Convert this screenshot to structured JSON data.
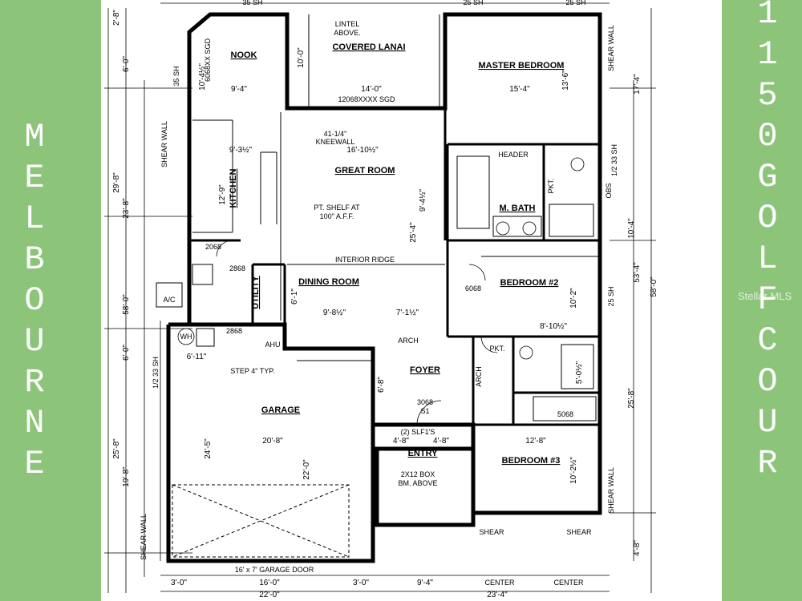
{
  "banner_left": {
    "letters": [
      "M",
      "E",
      "L",
      "B",
      "O",
      "U",
      "R",
      "N",
      "E"
    ]
  },
  "banner_right": {
    "letters": [
      "1",
      "1",
      "5",
      "0",
      "G",
      "O",
      "L",
      "F",
      "C",
      "O",
      "U",
      "R"
    ]
  },
  "watermark": "Stellar MLS",
  "rooms": {
    "nook": "NOOK",
    "covered_lanai": "COVERED LANAI",
    "master_bedroom": "MASTER BEDROOM",
    "kitchen": "KITCHEN",
    "great_room": "GREAT ROOM",
    "m_bath": "M. BATH",
    "dining_room": "DINING ROOM",
    "bedroom2": "BEDROOM #2",
    "utility": "UTILITY",
    "foyer": "FOYER",
    "garage": "GARAGE",
    "entry": "ENTRY",
    "bedroom3": "BEDROOM #3"
  },
  "notes": {
    "lintel": "LINTEL",
    "above": "ABOVE.",
    "sgd_back": "12068XXXX SGD",
    "kneewall_1": "41-1/4\"",
    "kneewall_2": "KNEEWALL",
    "shelf_1": "PT. SHELF AT",
    "shelf_2": "100\" A.F.F.",
    "interior_ridge": "INTERIOR RIDGE",
    "header": "HEADER",
    "arch": "ARCH",
    "arch2": "ARCH",
    "step": "STEP 4\" TYP.",
    "slf": "(2) SLF1'S",
    "box_bm_1": "2X12 BOX",
    "box_bm_2": "BM. ABOVE",
    "garage_door": "16' x 7' GARAGE DOOR",
    "ac": "A/C",
    "wh": "WH",
    "ahu": "AHU",
    "pkt": "PKT.",
    "pkt2": "PKT.",
    "door_2068": "2068",
    "door_2868": "2868",
    "door_6068": "6068",
    "door_3068": "3068",
    "s1": "S1",
    "door_5068": "5068",
    "nook_sgd": "6068XX SGD",
    "shear_wall": "SHEAR WALL",
    "sh_35": "35 SH",
    "sh_25": "25 SH",
    "sh_33": "1/2 33 SH",
    "obs": "OBS",
    "center": "CENTER",
    "shear": "SHEAR"
  },
  "dimensions": {
    "left_total": "58'-0\"",
    "right_total": "58'-0\"",
    "right_total2": "53'-4\"",
    "left_29_8": "29'-8\"",
    "left_23_8": "23'-8\"",
    "left_6_0": "6'-0\"",
    "left_2_8": "2'-8\"",
    "left_6_0b": "6'-0\"",
    "left_25_8": "25'-8\"",
    "left_19_8": "19'-8\"",
    "right_17_4": "17'-4\"",
    "right_10_4": "10'-4\"",
    "right_25_8": "25'-8\"",
    "right_4_8": "4'-8\"",
    "bottom_22_0": "22'-0\"",
    "bottom_23_4": "23'-4\"",
    "bottom_3_0a": "3'-0\"",
    "bottom_16_0": "16'-0\"",
    "bottom_3_0b": "3'-0\"",
    "bottom_9_4": "9'-4\"",
    "nook_10_4": "10'-4½\"",
    "nook_9_4": "9'-4\"",
    "lanai_10_0": "10'-0\"",
    "lanai_14_0": "14'-0\"",
    "master_15_4": "15'-4\"",
    "master_13_6": "13'-6\"",
    "kitchen_9_3": "9'-3½\"",
    "kitchen_12_9": "12'-9\"",
    "great_16_10": "16'-10½\"",
    "great_25_4": "25'-4\"",
    "dining_9_8": "9'-8½\"",
    "dining_6_1": "6'-1\"",
    "dining_7_1": "7'-1½\"",
    "bed2_10_2": "10'-2\"",
    "bed2_8_10": "8'-10½\"",
    "garage_24_5": "24'-5\"",
    "garage_20_8": "20'-8\"",
    "garage_22_0": "22'-0\"",
    "garage_6_11": "6'-11\"",
    "entry_4_8a": "4'-8\"",
    "entry_4_8b": "4'-8\"",
    "bed3_12_8": "12'-8\"",
    "bed3_10_2": "10'-2½\"",
    "foyer_6_8": "6'-8\"",
    "mbath_9_4": "9'-4½\"",
    "bath_5_0": "5'-0½\"",
    "util_2868": "2868",
    "top_35sh": "35 SH",
    "top_25sh_a": "25 SH",
    "top_25sh_b": "25 SH"
  }
}
